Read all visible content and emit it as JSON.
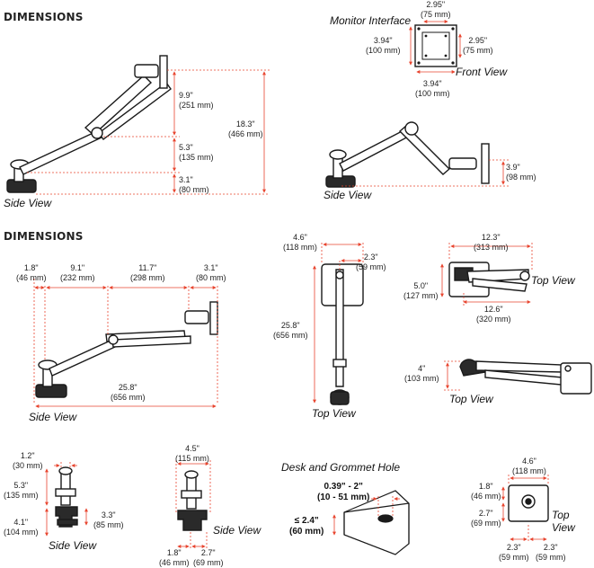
{
  "headings": {
    "top": "DIMENSIONS",
    "bottom": "DIMENSIONS"
  },
  "views": {
    "side1": "Side View",
    "side2": "Side View",
    "side3": "Side View",
    "side4": "Side View",
    "side5": "Side View",
    "front": "Front View",
    "top1": "Top View",
    "top2": "Top View",
    "top3": "Top View",
    "top4": "Top View",
    "monitor_interface": "Monitor Interface",
    "desk_grommet": "Desk and Grommet Hole"
  },
  "dims": {
    "mi_top": [
      "2.95\"",
      "(75 mm)"
    ],
    "mi_left": [
      "3.94\"",
      "(100 mm)"
    ],
    "mi_right": [
      "2.95\"",
      "(75 mm)"
    ],
    "mi_bottom": [
      "3.94\"",
      "(100 mm)"
    ],
    "s1_99": [
      "9.9\"",
      "(251 mm)"
    ],
    "s1_53": [
      "5.3\"",
      "(135 mm)"
    ],
    "s1_31": [
      "3.1\"",
      "(80 mm)"
    ],
    "s1_183": [
      "18.3\"",
      "(466 mm)"
    ],
    "s2_39": [
      "3.9\"",
      "(98 mm)"
    ],
    "b_18": [
      "1.8\"",
      "(46 mm)"
    ],
    "b_91": [
      "9.1\"",
      "(232 mm)"
    ],
    "b_117": [
      "11.7\"",
      "(298 mm)"
    ],
    "b_31": [
      "3.1\"",
      "(80 mm)"
    ],
    "b_258": [
      "25.8\"",
      "(656 mm)"
    ],
    "t_46": [
      "4.6\"",
      "(118 mm)"
    ],
    "t_23": [
      "2.3\"",
      "(59 mm)"
    ],
    "t_258": [
      "25.8\"",
      "(656 mm)"
    ],
    "tr_123": [
      "12.3\"",
      "(313 mm)"
    ],
    "tr_50": [
      "5.0\"",
      "(127 mm)"
    ],
    "tr_126": [
      "12.6\"",
      "(320 mm)"
    ],
    "tr_4": [
      "4\"",
      "(103 mm)"
    ],
    "c1_12": [
      "1.2\"",
      "(30 mm)"
    ],
    "c1_53": [
      "5.3\"",
      "(135 mm)"
    ],
    "c1_33": [
      "3.3\"",
      "(85 mm)"
    ],
    "c1_41": [
      "4.1\"",
      "(104 mm)"
    ],
    "c2_45": [
      "4.5\"",
      "(115 mm)"
    ],
    "c2_18": [
      "1.8\"",
      "(46 mm)"
    ],
    "c2_27": [
      "2.7\"",
      "(69 mm)"
    ],
    "g_hole": [
      "0.39\" - 2\"",
      "(10 - 51 mm)"
    ],
    "g_thick": [
      "≤ 2.4\"",
      "(60 mm)"
    ],
    "tb_46": [
      "4.6\"",
      "(118 mm)"
    ],
    "tb_18": [
      "1.8\"",
      "(46 mm)"
    ],
    "tb_27": [
      "2.7\"",
      "(69 mm)"
    ],
    "tb_23a": [
      "2.3\"",
      "(59 mm)"
    ],
    "tb_23b": [
      "2.3\"",
      "(59 mm)"
    ]
  },
  "colors": {
    "dimension_line": "#e8452f",
    "outline": "#1a1a1a",
    "arm_fill": "#ffffff",
    "base_fill": "#2a2a2a"
  }
}
